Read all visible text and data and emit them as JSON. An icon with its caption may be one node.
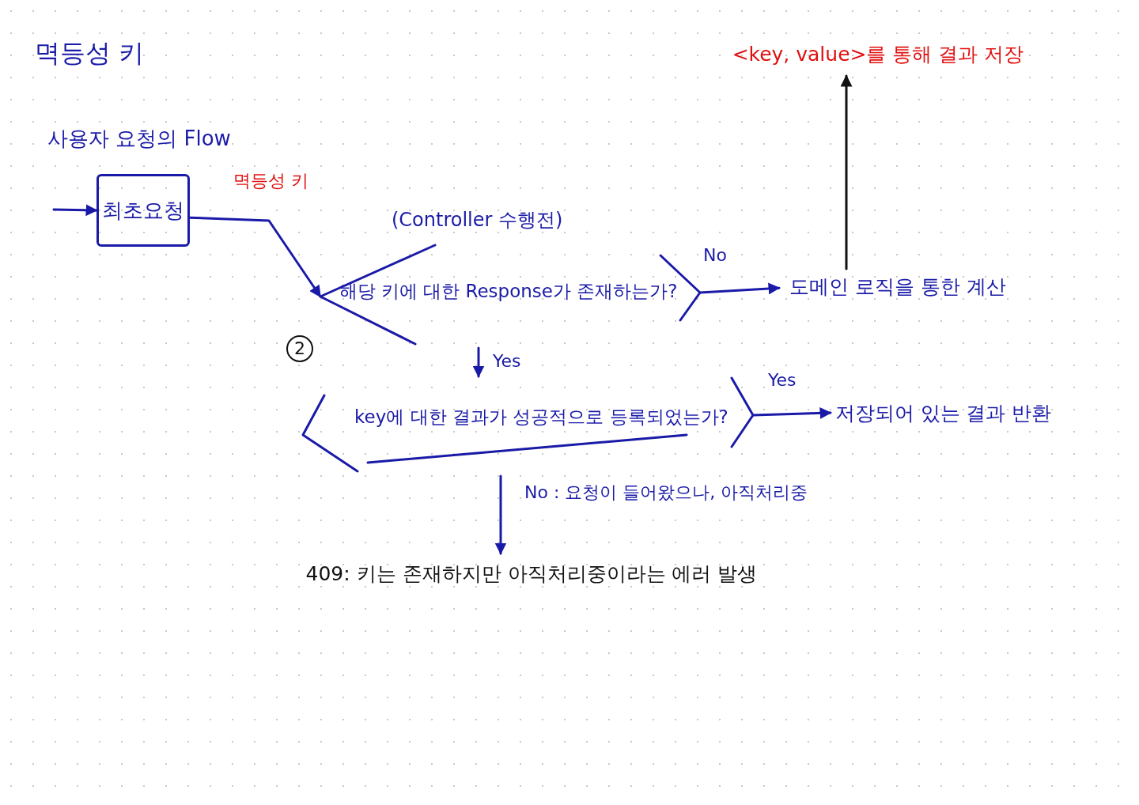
{
  "diagram": {
    "title": "멱등성 키",
    "nodes": [
      {
        "text": [
          "최초요청"
        ]
      },
      {
        "text": [
          "해당 키에 대한 Response가 존재하는가?"
        ],
        "beside": [
          "(Controller 수행전)"
        ]
      },
      {
        "text": [
          "도메인 로직을 통한 계산"
        ]
      },
      {
        "text": [
          "<key, value>를 통해 결과 저장"
        ]
      },
      {
        "text": [
          "key에 대한 결과가 성공적으로 등록되었는가?"
        ]
      },
      {
        "text": [
          "저장되어 있는 결과 반환"
        ]
      },
      {
        "text": [
          "409: 키는 존재하지만 아직처리중이라는 에러 발생"
        ]
      }
    ],
    "edges": [
      {
        "from": null,
        "to": 0,
        "arrow": "to"
      },
      {
        "from": 0,
        "to": 1,
        "arrow": "to",
        "label": "멱등성 키"
      },
      {
        "from": 1,
        "to": 2,
        "arrow": "to",
        "label": "No"
      },
      {
        "from": 2,
        "to": 3,
        "arrow": "to",
        "color": "#111111"
      },
      {
        "from": 1,
        "to": 4,
        "arrow": "to",
        "label": "Yes"
      },
      {
        "from": 4,
        "to": 5,
        "arrow": "to",
        "label": "Yes"
      },
      {
        "from": 4,
        "to": 6,
        "arrow": "to",
        "label": "No : 요청이 들어왔으나, 아직처리중"
      }
    ],
    "labels": [
      "사용자 요청의 Flow",
      "2"
    ]
  }
}
